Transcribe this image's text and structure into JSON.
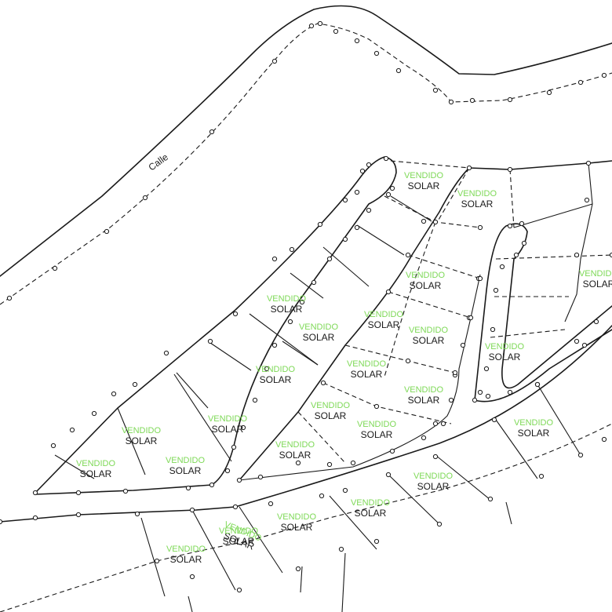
{
  "street": {
    "name": "Calle"
  },
  "labels": {
    "sold": "VENDIDO",
    "type": "SOLAR"
  },
  "colors": {
    "sold": "#7ed957",
    "lines": "#1a1a1a",
    "background": "#ffffff"
  },
  "lots": [
    {
      "id": "lot-1",
      "status": "VENDIDO",
      "type": "SOLAR"
    },
    {
      "id": "lot-2",
      "status": "VENDIDO",
      "type": "SOLAR"
    },
    {
      "id": "lot-3",
      "status": "VENDIDO",
      "type": "SOLAR"
    },
    {
      "id": "lot-4",
      "status": "VENDIDO",
      "type": "SOLAR"
    },
    {
      "id": "lot-5",
      "status": "VENDIDO",
      "type": "SOLAR"
    },
    {
      "id": "lot-6",
      "status": "VENDIDO",
      "type": "SOLAR"
    },
    {
      "id": "lot-7",
      "status": "VENDIDO",
      "type": "SOLAR"
    },
    {
      "id": "lot-8",
      "status": "VENDIDO",
      "type": "SOLAR"
    },
    {
      "id": "lot-9",
      "status": "VENDIDO",
      "type": "SOLAR"
    },
    {
      "id": "lot-10",
      "status": "VENDIDO",
      "type": "SOLAR"
    },
    {
      "id": "lot-11",
      "status": "VENDIDO",
      "type": "SOLAR"
    },
    {
      "id": "lot-12",
      "status": "VENDIDO",
      "type": "SOLAR"
    },
    {
      "id": "lot-13",
      "status": "VENDIDO",
      "type": "SOLAR"
    },
    {
      "id": "lot-14",
      "status": "VENDIDO",
      "type": "SOLAR"
    },
    {
      "id": "lot-15",
      "status": "VENDIDO",
      "type": "SOLAR"
    },
    {
      "id": "lot-16",
      "status": "VENDIDO",
      "type": "SOLAR"
    },
    {
      "id": "lot-17",
      "status": "VENDIDO",
      "type": "SOLAR"
    },
    {
      "id": "lot-18",
      "status": "VENDIDO",
      "type": "SOLAR"
    },
    {
      "id": "lot-19",
      "status": "VENDIDO",
      "type": "SOLAR"
    },
    {
      "id": "lot-20",
      "status": "VENDIDO",
      "type": "SOLAR"
    },
    {
      "id": "lot-21",
      "status": "VENDIDO",
      "type": "SOLAR"
    },
    {
      "id": "lot-22",
      "status": "VENDIDO",
      "type": "SOLAR"
    },
    {
      "id": "lot-23",
      "status": "VENDIDO",
      "type": "SOLAR"
    },
    {
      "id": "lot-24",
      "status": "VENDIDO",
      "type": "SOLAR"
    },
    {
      "id": "lot-25",
      "status": "VENDIDO",
      "type": "SOLAR"
    },
    {
      "id": "lot-26",
      "status": "VENDIDO",
      "type": "SOLAR"
    },
    {
      "id": "lot-27",
      "status": "VENDIDO",
      "type": "SOLAR"
    }
  ]
}
